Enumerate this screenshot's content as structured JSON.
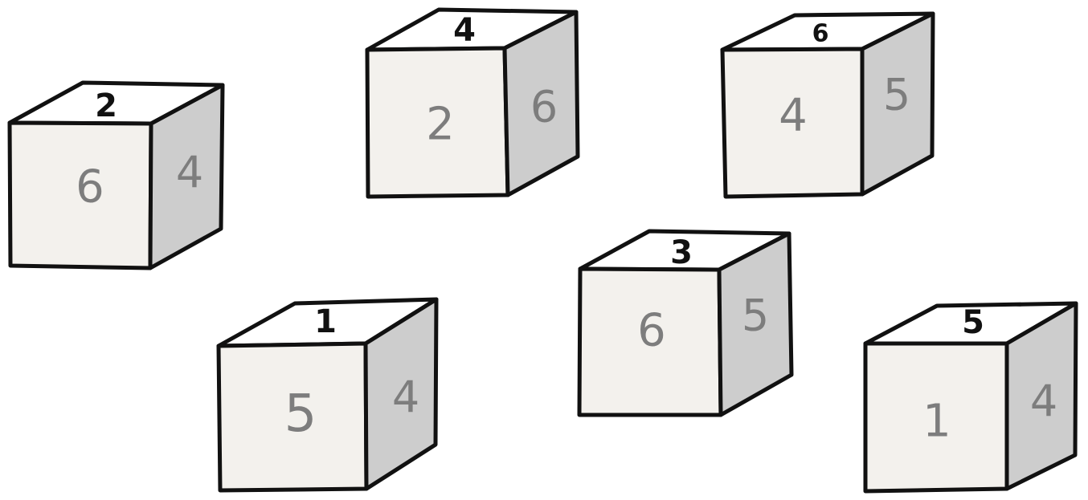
{
  "dice": [
    {
      "top": "2",
      "front": "6",
      "side": "4"
    },
    {
      "top": "4",
      "front": "2",
      "side": "6"
    },
    {
      "top": "6",
      "front": "4",
      "side": "5"
    },
    {
      "top": "1",
      "front": "5",
      "side": "4"
    },
    {
      "top": "3",
      "front": "6",
      "side": "5"
    },
    {
      "top": "5",
      "front": "1",
      "side": "4"
    }
  ],
  "colors": {
    "front_face": "#f3f1ed",
    "side_face": "#cdcdcd",
    "top_face": "#ffffff",
    "outline": "#111111",
    "top_number": "#111111",
    "face_number": "#7d7d7d"
  }
}
